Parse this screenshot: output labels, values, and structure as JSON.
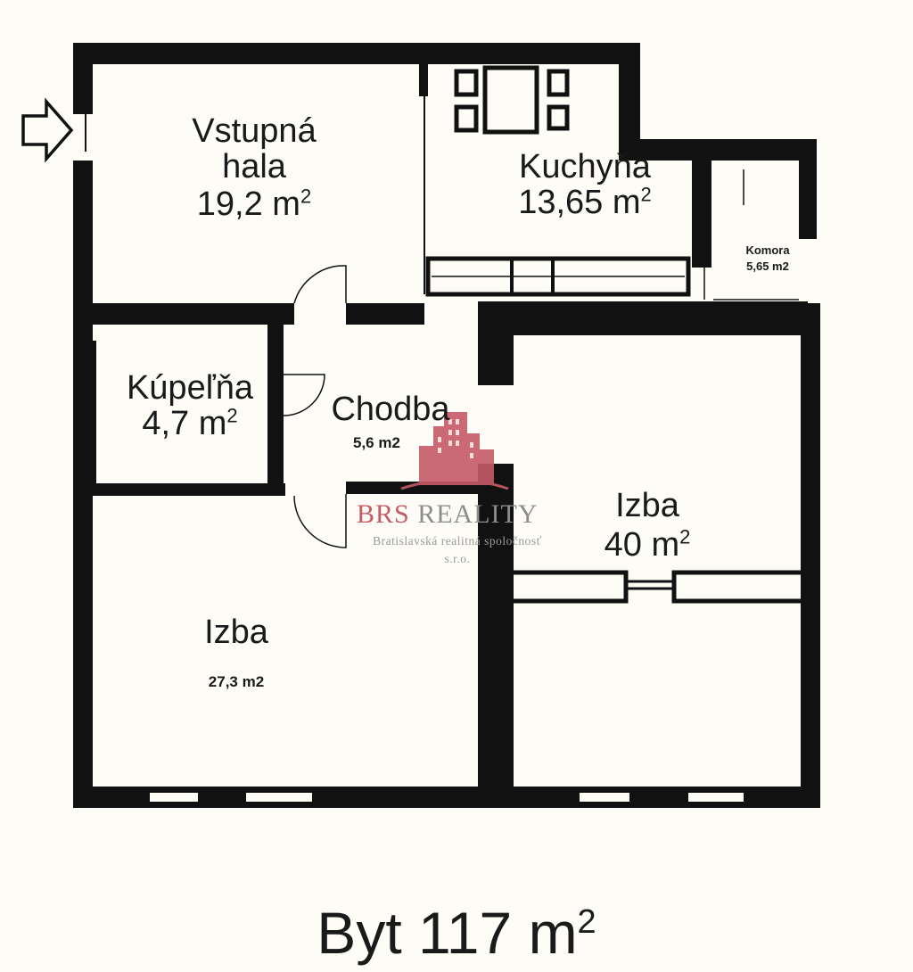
{
  "plan": {
    "title_main": "Byt 117",
    "title_unit": "m",
    "title_sup": "2",
    "rooms": {
      "vstupna_hala": {
        "name_line1": "Vstupná",
        "name_line2": "hala",
        "area": "19,2 m",
        "sup": "2"
      },
      "kuchyna": {
        "name": "Kuchyňa",
        "area": "13,65 m",
        "sup": "2"
      },
      "komora": {
        "name": "Komora",
        "area": "5,65 m2"
      },
      "kupelna": {
        "name": "Kúpeľňa",
        "area": "4,7 m",
        "sup": "2"
      },
      "chodba": {
        "name": "Chodba",
        "area": "5,6 m2"
      },
      "izba_right": {
        "name": "Izba",
        "area": "40 m",
        "sup": "2"
      },
      "izba_left": {
        "name": "Izba",
        "area": "27,3 m2"
      }
    }
  },
  "watermark": {
    "brand_red": "BRS",
    "brand_gray": "REALITY",
    "subtitle": "Bratislavská realitná spoločnosť s.r.o.",
    "color": "#c65a66"
  },
  "colors": {
    "wall": "#111111",
    "background": "#fdfcf7"
  }
}
